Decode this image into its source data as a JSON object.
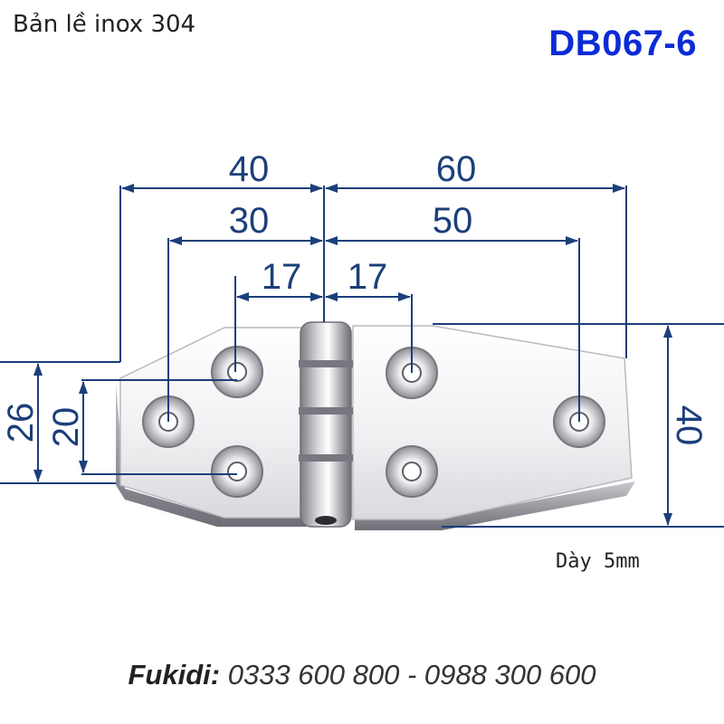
{
  "title": "Bản lề inox 304",
  "product_code": "DB067-6",
  "thickness_label": "Dày 5mm",
  "footer": {
    "brand": "Fukidi:",
    "phones": "0333 600 800 - 0988 300 600"
  },
  "dimensions": {
    "left_overall_width": "40",
    "left_hole_span": "30",
    "left_hole_offset": "17",
    "right_hole_offset": "17",
    "right_overall_width": "60",
    "right_hole_span": "50",
    "left_height_outer": "26",
    "left_height_inner": "20",
    "right_height": "40"
  },
  "colors": {
    "dimension_line": "#1b3f7a",
    "code": "#0a2bd6",
    "metal_light": "#f4f4f6",
    "metal_dark": "#9a9aa2"
  }
}
